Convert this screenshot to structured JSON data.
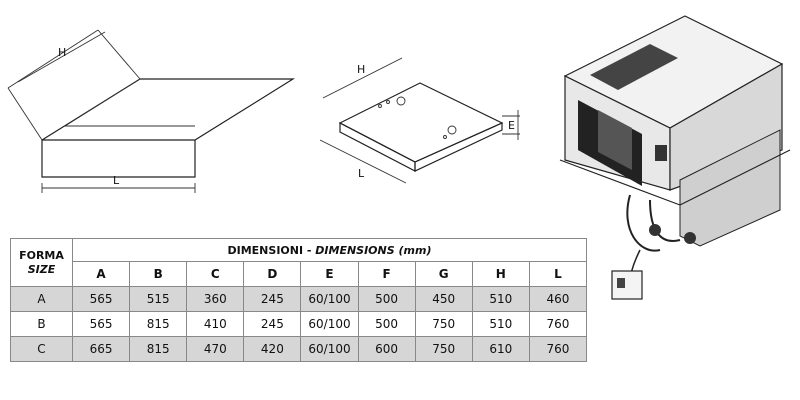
{
  "diagrams": {
    "tray_labels": {
      "h": "H",
      "l": "L"
    },
    "panel_labels": {
      "h": "H",
      "l": "L",
      "e": "E"
    }
  },
  "table": {
    "forma_label": "FORMA",
    "size_label": "SIZE",
    "dimensions_label": "DIMENSIONI - ",
    "dimensions_label_italic": "DIMENSIONS (mm)",
    "columns": [
      "A",
      "B",
      "C",
      "D",
      "E",
      "F",
      "G",
      "H",
      "L"
    ],
    "rows": [
      {
        "label": "A",
        "values": [
          "565",
          "515",
          "360",
          "245",
          "60/100",
          "500",
          "450",
          "510",
          "460"
        ]
      },
      {
        "label": "B",
        "values": [
          "565",
          "815",
          "410",
          "245",
          "60/100",
          "500",
          "750",
          "510",
          "760"
        ]
      },
      {
        "label": "C",
        "values": [
          "665",
          "815",
          "470",
          "420",
          "60/100",
          "600",
          "750",
          "610",
          "760"
        ]
      }
    ]
  }
}
